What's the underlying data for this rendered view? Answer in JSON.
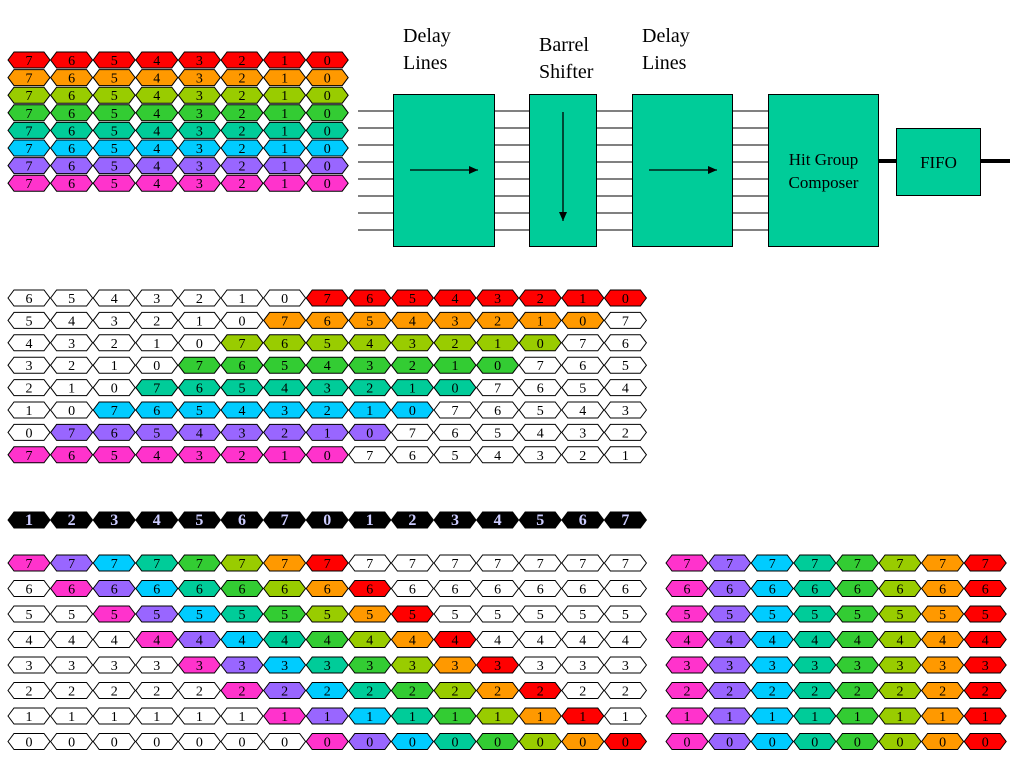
{
  "colors": {
    "row_fill": [
      "#ff0000",
      "#ff9900",
      "#99cc00",
      "#33cc33",
      "#00cc99",
      "#00ccff",
      "#9966ff",
      "#ff33cc"
    ],
    "white": "#ffffff",
    "black": "#000000",
    "block": "#00cc99",
    "timeline_text": "#ccccff"
  },
  "pipeline": {
    "delay_lines_1_label": "Delay\nLines",
    "barrel_shifter_label": "Barrel\nShifter",
    "delay_lines_2_label": "Delay\nLines",
    "hit_group_label": "Hit Group\nComposer",
    "fifo_label": "FIFO"
  },
  "input_rows": [
    [
      "7",
      "6",
      "5",
      "4",
      "3",
      "2",
      "1",
      "0"
    ],
    [
      "7",
      "6",
      "5",
      "4",
      "3",
      "2",
      "1",
      "0"
    ],
    [
      "7",
      "6",
      "5",
      "4",
      "3",
      "2",
      "1",
      "0"
    ],
    [
      "7",
      "6",
      "5",
      "4",
      "3",
      "2",
      "1",
      "0"
    ],
    [
      "7",
      "6",
      "5",
      "4",
      "3",
      "2",
      "1",
      "0"
    ],
    [
      "7",
      "6",
      "5",
      "4",
      "3",
      "2",
      "1",
      "0"
    ],
    [
      "7",
      "6",
      "5",
      "4",
      "3",
      "2",
      "1",
      "0"
    ],
    [
      "7",
      "6",
      "5",
      "4",
      "3",
      "2",
      "1",
      "0"
    ]
  ],
  "delayed_rows": [
    {
      "cells": [
        "6",
        "5",
        "4",
        "3",
        "2",
        "1",
        "0",
        "7",
        "6",
        "5",
        "4",
        "3",
        "2",
        "1",
        "0"
      ],
      "color_start": 7
    },
    {
      "cells": [
        "5",
        "4",
        "3",
        "2",
        "1",
        "0",
        "7",
        "6",
        "5",
        "4",
        "3",
        "2",
        "1",
        "0",
        "7"
      ],
      "color_start": 6
    },
    {
      "cells": [
        "4",
        "3",
        "2",
        "1",
        "0",
        "7",
        "6",
        "5",
        "4",
        "3",
        "2",
        "1",
        "0",
        "7",
        "6"
      ],
      "color_start": 5
    },
    {
      "cells": [
        "3",
        "2",
        "1",
        "0",
        "7",
        "6",
        "5",
        "4",
        "3",
        "2",
        "1",
        "0",
        "7",
        "6",
        "5"
      ],
      "color_start": 4
    },
    {
      "cells": [
        "2",
        "1",
        "0",
        "7",
        "6",
        "5",
        "4",
        "3",
        "2",
        "1",
        "0",
        "7",
        "6",
        "5",
        "4"
      ],
      "color_start": 3
    },
    {
      "cells": [
        "1",
        "0",
        "7",
        "6",
        "5",
        "4",
        "3",
        "2",
        "1",
        "0",
        "7",
        "6",
        "5",
        "4",
        "3"
      ],
      "color_start": 2
    },
    {
      "cells": [
        "0",
        "7",
        "6",
        "5",
        "4",
        "3",
        "2",
        "1",
        "0",
        "7",
        "6",
        "5",
        "4",
        "3",
        "2"
      ],
      "color_start": 1
    },
    {
      "cells": [
        "7",
        "6",
        "5",
        "4",
        "3",
        "2",
        "1",
        "0",
        "7",
        "6",
        "5",
        "4",
        "3",
        "2",
        "1"
      ],
      "color_start": 0
    }
  ],
  "timeline": [
    "1",
    "2",
    "3",
    "4",
    "5",
    "6",
    "7",
    "0",
    "1",
    "2",
    "3",
    "4",
    "5",
    "6",
    "7"
  ],
  "shifted_rows": [
    {
      "cells": [
        "7",
        "7",
        "7",
        "7",
        "7",
        "7",
        "7",
        "7",
        "7",
        "7",
        "7",
        "7",
        "7",
        "7",
        "7"
      ],
      "colors": [
        7,
        6,
        5,
        4,
        3,
        2,
        1,
        0,
        null,
        null,
        null,
        null,
        null,
        null,
        null
      ]
    },
    {
      "cells": [
        "6",
        "6",
        "6",
        "6",
        "6",
        "6",
        "6",
        "6",
        "6",
        "6",
        "6",
        "6",
        "6",
        "6",
        "6"
      ],
      "colors": [
        null,
        7,
        6,
        5,
        4,
        3,
        2,
        1,
        0,
        null,
        null,
        null,
        null,
        null,
        null
      ]
    },
    {
      "cells": [
        "5",
        "5",
        "5",
        "5",
        "5",
        "5",
        "5",
        "5",
        "5",
        "5",
        "5",
        "5",
        "5",
        "5",
        "5"
      ],
      "colors": [
        null,
        null,
        7,
        6,
        5,
        4,
        3,
        2,
        1,
        0,
        null,
        null,
        null,
        null,
        null
      ]
    },
    {
      "cells": [
        "4",
        "4",
        "4",
        "4",
        "4",
        "4",
        "4",
        "4",
        "4",
        "4",
        "4",
        "4",
        "4",
        "4",
        "4"
      ],
      "colors": [
        null,
        null,
        null,
        7,
        6,
        5,
        4,
        3,
        2,
        1,
        0,
        null,
        null,
        null,
        null
      ]
    },
    {
      "cells": [
        "3",
        "3",
        "3",
        "3",
        "3",
        "3",
        "3",
        "3",
        "3",
        "3",
        "3",
        "3",
        "3",
        "3",
        "3"
      ],
      "colors": [
        null,
        null,
        null,
        null,
        7,
        6,
        5,
        4,
        3,
        2,
        1,
        0,
        null,
        null,
        null
      ]
    },
    {
      "cells": [
        "2",
        "2",
        "2",
        "2",
        "2",
        "2",
        "2",
        "2",
        "2",
        "2",
        "2",
        "2",
        "2",
        "2",
        "2"
      ],
      "colors": [
        null,
        null,
        null,
        null,
        null,
        7,
        6,
        5,
        4,
        3,
        2,
        1,
        0,
        null,
        null
      ]
    },
    {
      "cells": [
        "1",
        "1",
        "1",
        "1",
        "1",
        "1",
        "1",
        "1",
        "1",
        "1",
        "1",
        "1",
        "1",
        "1",
        "1"
      ],
      "colors": [
        null,
        null,
        null,
        null,
        null,
        null,
        7,
        6,
        5,
        4,
        3,
        2,
        1,
        0,
        null
      ]
    },
    {
      "cells": [
        "0",
        "0",
        "0",
        "0",
        "0",
        "0",
        "0",
        "0",
        "0",
        "0",
        "0",
        "0",
        "0",
        "0",
        "0"
      ],
      "colors": [
        null,
        null,
        null,
        null,
        null,
        null,
        null,
        7,
        6,
        5,
        4,
        3,
        2,
        1,
        0
      ]
    }
  ],
  "output_rows": [
    {
      "cells": [
        "7",
        "7",
        "7",
        "7",
        "7",
        "7",
        "7",
        "7"
      ]
    },
    {
      "cells": [
        "6",
        "6",
        "6",
        "6",
        "6",
        "6",
        "6",
        "6"
      ]
    },
    {
      "cells": [
        "5",
        "5",
        "5",
        "5",
        "5",
        "5",
        "5",
        "5"
      ]
    },
    {
      "cells": [
        "4",
        "4",
        "4",
        "4",
        "4",
        "4",
        "4",
        "4"
      ]
    },
    {
      "cells": [
        "3",
        "3",
        "3",
        "3",
        "3",
        "3",
        "3",
        "3"
      ]
    },
    {
      "cells": [
        "2",
        "2",
        "2",
        "2",
        "2",
        "2",
        "2",
        "2"
      ]
    },
    {
      "cells": [
        "1",
        "1",
        "1",
        "1",
        "1",
        "1",
        "1",
        "1"
      ]
    },
    {
      "cells": [
        "0",
        "0",
        "0",
        "0",
        "0",
        "0",
        "0",
        "0"
      ]
    }
  ]
}
